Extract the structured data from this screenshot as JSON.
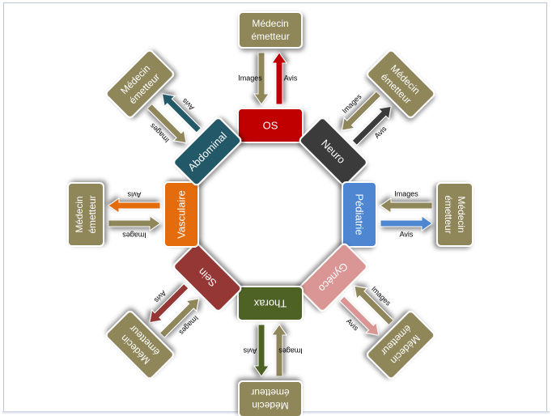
{
  "arrow_labels": {
    "images": "Images",
    "avis": "Avis"
  },
  "sender": {
    "line1": "Médecin",
    "line2": "émetteur"
  },
  "colors": {
    "sender_box": "#8f865a",
    "images_arrow": "#8f865a",
    "text_light": "#ffffff"
  },
  "specialties": [
    {
      "id": "os",
      "label": "OS",
      "color": "#c00000"
    },
    {
      "id": "neuro",
      "label": "Neuro",
      "color": "#3a3a3a"
    },
    {
      "id": "pediatrie",
      "label": "Pédiatrie",
      "color": "#4f86d1"
    },
    {
      "id": "gyneco",
      "label": "Gynéco",
      "color": "#d99694"
    },
    {
      "id": "thorax",
      "label": "Thorax",
      "color": "#4f6228"
    },
    {
      "id": "sein",
      "label": "Sein",
      "color": "#953735"
    },
    {
      "id": "vasculaire",
      "label": "Vasculaire",
      "color": "#e46c0a"
    },
    {
      "id": "abdominal",
      "label": "Abdominal",
      "color": "#215868"
    }
  ]
}
